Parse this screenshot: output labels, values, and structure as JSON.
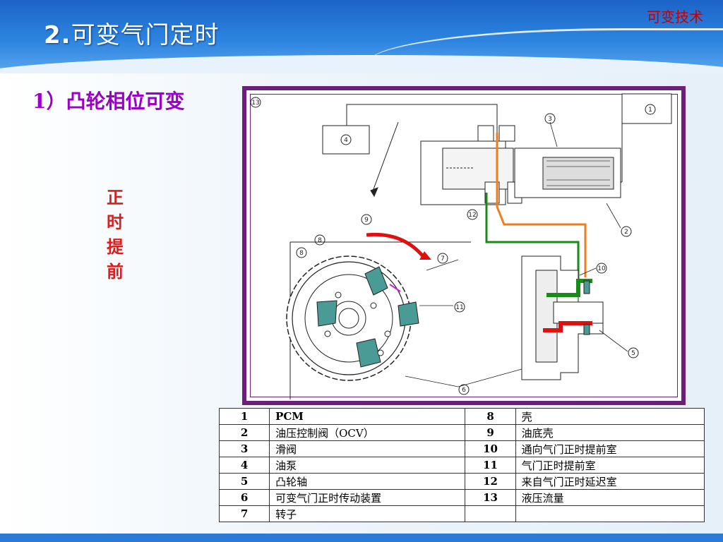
{
  "header": {
    "num": "2.",
    "title": "可变气门定时",
    "tag": "可变技术"
  },
  "subtitle": "1）凸轮相位可变",
  "vertical_note": [
    "正",
    "时",
    "提",
    "前"
  ],
  "diagram": {
    "callouts": [
      "1",
      "2",
      "3",
      "4",
      "5",
      "6",
      "7",
      "8",
      "9",
      "10",
      "11",
      "12",
      "13"
    ],
    "colors": {
      "oil_orange": "#f07c1e",
      "oil_green": "#1a8a1a",
      "oil_red": "#e01010",
      "arrow_red": "#e01010",
      "arrow_magenta": "#d020d0",
      "vane_fill": "#4a9a96",
      "frame": "#6b1f7a"
    }
  },
  "legend": {
    "rows": [
      {
        "n1": "1",
        "d1": "PCM",
        "n2": "8",
        "d2": "壳"
      },
      {
        "n1": "2",
        "d1": "油压控制阀（OCV）",
        "n2": "9",
        "d2": "油底壳"
      },
      {
        "n1": "3",
        "d1": "滑阀",
        "n2": "10",
        "d2": "通向气门正时提前室"
      },
      {
        "n1": "4",
        "d1": "油泵",
        "n2": "11",
        "d2": "气门正时提前室"
      },
      {
        "n1": "5",
        "d1": "凸轮轴",
        "n2": "12",
        "d2": "来自气门正时延迟室"
      },
      {
        "n1": "6",
        "d1": "可变气门正时传动装置",
        "n2": "13",
        "d2": "液压流量"
      },
      {
        "n1": "7",
        "d1": "转子",
        "n2": "",
        "d2": ""
      }
    ]
  }
}
